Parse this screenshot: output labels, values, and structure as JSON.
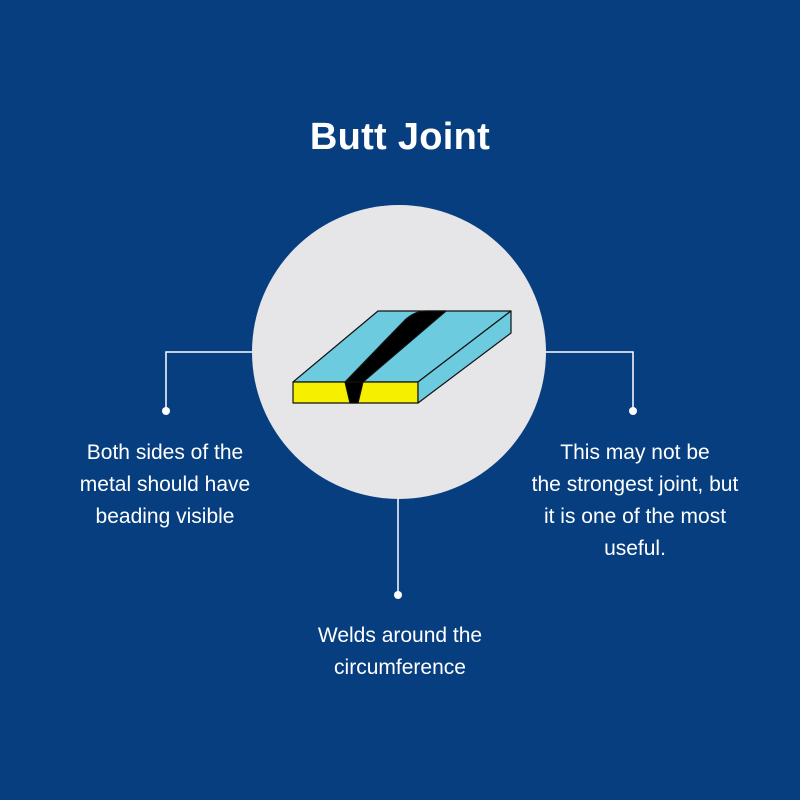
{
  "title": "Butt Joint",
  "colors": {
    "background": "#073e80",
    "circle": "#e6e6e9",
    "plate_top": "#6ccbdf",
    "plate_side": "#f6f000",
    "weld": "#000000",
    "line": "#ffffff"
  },
  "illustration": {
    "icon": "welded-plates-icon"
  },
  "callouts": {
    "left": {
      "lines": [
        "Both sides of the",
        "metal should have",
        "beading visible"
      ]
    },
    "right": {
      "lines": [
        "This may not be",
        "the strongest joint, but",
        "it is one of the most",
        "useful."
      ]
    },
    "bottom": {
      "lines": [
        "Welds around the",
        "circumference"
      ]
    }
  }
}
